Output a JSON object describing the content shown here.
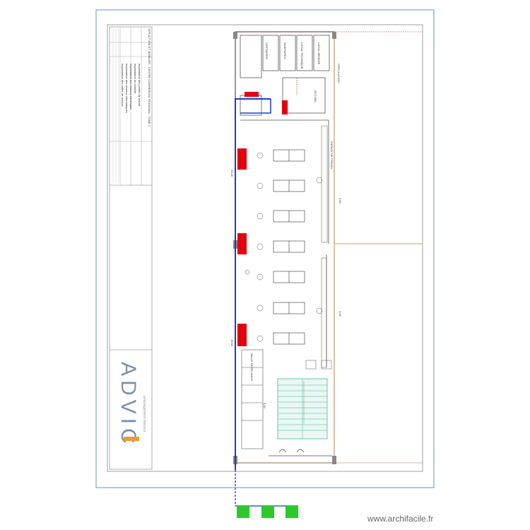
{
  "sheet": {
    "title_block": {
      "header_text": "STRUCTURE ET MOBILIER - CENTRE COMMERCIAL REGIONAL - TOME 1",
      "lines": [
        "Implantation des postes de travail",
        "Implantation du mobilier",
        "Implantation des reseaux electriques",
        "Implantation des reseaux informatiques",
        "Implantation des salles de reunion"
      ]
    },
    "logo": {
      "brand": "ADVIC",
      "tagline": "amenagement interieur"
    },
    "rooms": [
      {
        "label": "VESTIAIRES"
      },
      {
        "label": "SANITAIRES"
      },
      {
        "label": "LOCAL TECHNIQUE"
      },
      {
        "label": "LOCAL MENAGE"
      },
      {
        "label": "CIRCULATION"
      },
      {
        "label": "ACCUEIL"
      },
      {
        "label": "SALLE DE REUNION"
      },
      {
        "label": "ESPACE DE TRAVAIL"
      }
    ],
    "dimensions": [
      "28,40",
      "16,80",
      "3,50",
      "4,20",
      "6,50"
    ],
    "colors": {
      "frame": "#6a8fcf",
      "network_line": "#1a3ccc",
      "column": "#e3000f",
      "terminal": "#2ec82e",
      "stair": "#3cbca0",
      "wall_red": "#c0392b",
      "wall_tan": "#d9a56b"
    }
  },
  "watermark": "www.archifacile.fr"
}
